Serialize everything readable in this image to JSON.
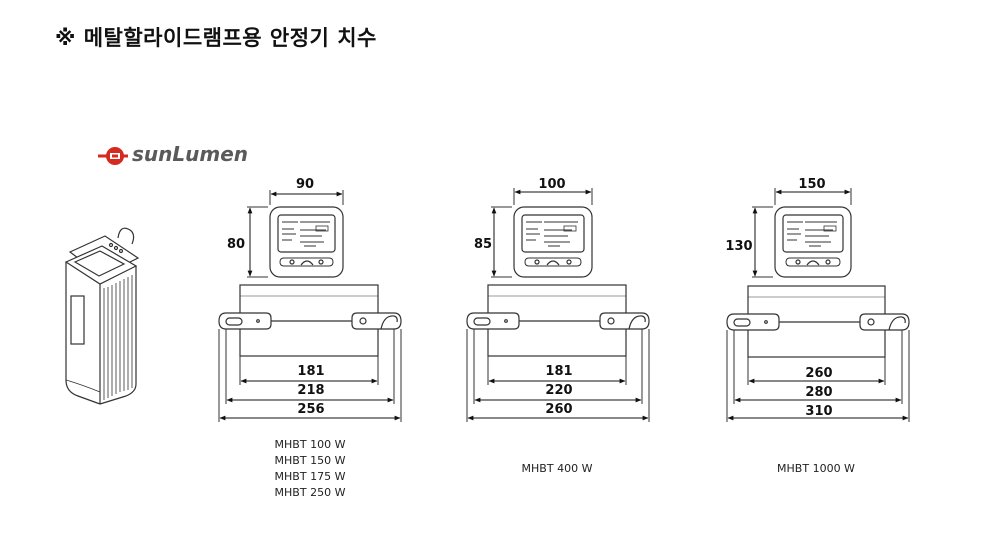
{
  "title": "※ 메탈할라이드램프용 안정기 치수",
  "brand": {
    "name": "sunLumen",
    "logo_color": "#d42a1f"
  },
  "units": [
    {
      "top_width": "90",
      "top_height": "80",
      "dims": [
        "181",
        "218",
        "256"
      ],
      "models": [
        "MHBT 100 W",
        "MHBT 150 W",
        "MHBT 175 W",
        "MHBT 250 W"
      ]
    },
    {
      "top_width": "100",
      "top_height": "85",
      "dims": [
        "181",
        "220",
        "260"
      ],
      "models": [
        "MHBT 400 W"
      ]
    },
    {
      "top_width": "150",
      "top_height": "130",
      "dims": [
        "260",
        "280",
        "310"
      ],
      "models": [
        "MHBT 1000 W"
      ]
    }
  ]
}
